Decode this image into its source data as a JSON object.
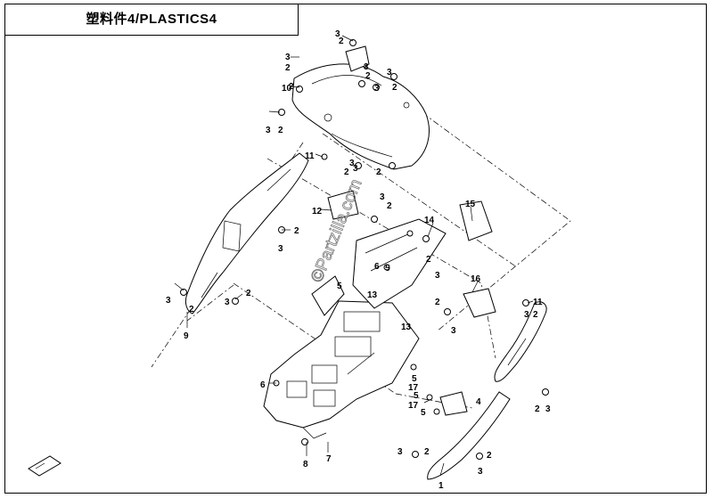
{
  "header": {
    "title": "塑料件4/PLASTICS4"
  },
  "watermark": "©Partzilla.com",
  "callouts": [
    {
      "id": "c1",
      "text": "1"
    },
    {
      "id": "c2a",
      "text": "2"
    },
    {
      "id": "c2b",
      "text": "2"
    },
    {
      "id": "c2c",
      "text": "2"
    },
    {
      "id": "c2d",
      "text": "2"
    },
    {
      "id": "c2e",
      "text": "2"
    },
    {
      "id": "c2f",
      "text": "2"
    },
    {
      "id": "c2g",
      "text": "2"
    },
    {
      "id": "c2h",
      "text": "2"
    },
    {
      "id": "c2i",
      "text": "2"
    },
    {
      "id": "c2j",
      "text": "2"
    },
    {
      "id": "c2k",
      "text": "2"
    },
    {
      "id": "c2l",
      "text": "2"
    },
    {
      "id": "c2m",
      "text": "2"
    },
    {
      "id": "c2n",
      "text": "2"
    },
    {
      "id": "c2o",
      "text": "2"
    },
    {
      "id": "c2p",
      "text": "2"
    },
    {
      "id": "c2q",
      "text": "2"
    },
    {
      "id": "c2r",
      "text": "2"
    },
    {
      "id": "c3a",
      "text": "3"
    },
    {
      "id": "c3b",
      "text": "3"
    },
    {
      "id": "c3c",
      "text": "3"
    },
    {
      "id": "c3d",
      "text": "3"
    },
    {
      "id": "c3e",
      "text": "3"
    },
    {
      "id": "c3f",
      "text": "3"
    },
    {
      "id": "c3g",
      "text": "3"
    },
    {
      "id": "c3h",
      "text": "3"
    },
    {
      "id": "c3i",
      "text": "3"
    },
    {
      "id": "c3j",
      "text": "3"
    },
    {
      "id": "c3k",
      "text": "3"
    },
    {
      "id": "c3l",
      "text": "3"
    },
    {
      "id": "c3m",
      "text": "3"
    },
    {
      "id": "c3n",
      "text": "3"
    },
    {
      "id": "c3o",
      "text": "3"
    },
    {
      "id": "c3p",
      "text": "3"
    },
    {
      "id": "c3q",
      "text": "3"
    },
    {
      "id": "c3r",
      "text": "3"
    },
    {
      "id": "c4",
      "text": "4"
    },
    {
      "id": "c5a",
      "text": "5"
    },
    {
      "id": "c5b",
      "text": "5"
    },
    {
      "id": "c5c",
      "text": "5"
    },
    {
      "id": "c5d",
      "text": "5"
    },
    {
      "id": "c6",
      "text": "6"
    },
    {
      "id": "c7",
      "text": "7"
    },
    {
      "id": "c8",
      "text": "8"
    },
    {
      "id": "c9",
      "text": "9"
    },
    {
      "id": "c10",
      "text": "10"
    },
    {
      "id": "c11a",
      "text": "11"
    },
    {
      "id": "c11b",
      "text": "11"
    },
    {
      "id": "c12",
      "text": "12"
    },
    {
      "id": "c13a",
      "text": "13"
    },
    {
      "id": "c13b",
      "text": "13"
    },
    {
      "id": "c14",
      "text": "14"
    },
    {
      "id": "c15",
      "text": "15"
    },
    {
      "id": "c16",
      "text": "16"
    },
    {
      "id": "c17a",
      "text": "17"
    },
    {
      "id": "c17b",
      "text": "17"
    },
    {
      "id": "c5e",
      "text": "5"
    },
    {
      "id": "c6b",
      "text": "6"
    }
  ],
  "icons": {
    "front_arrow": "fwd-arrow-icon"
  },
  "colors": {
    "line": "#000000",
    "background": "#ffffff",
    "watermark": "#777777"
  }
}
